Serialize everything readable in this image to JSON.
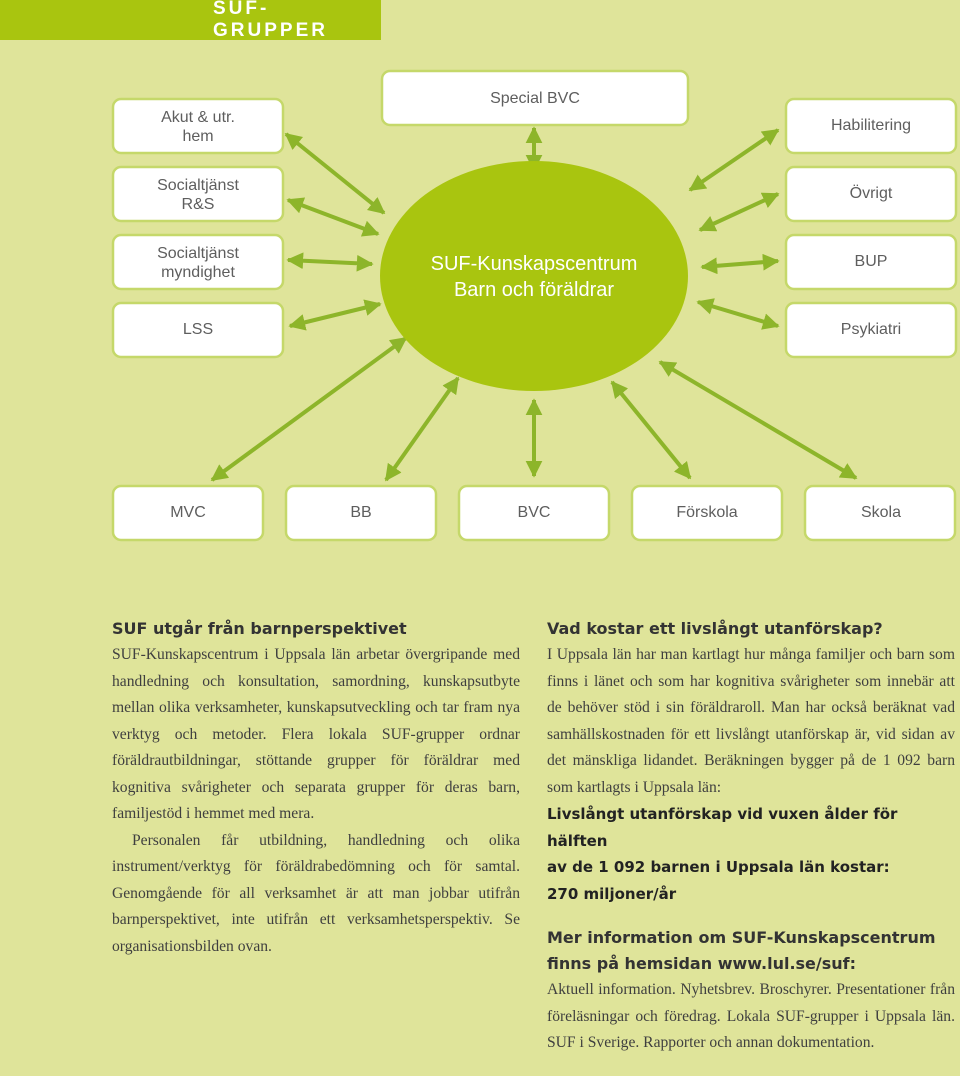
{
  "header": {
    "title": "SUF-GRUPPER"
  },
  "diagram": {
    "center": {
      "line1": "SUF-Kunskapscentrum",
      "line2": "Barn och föräldrar"
    },
    "nodes": {
      "akut": [
        "Akut & utr.",
        "hem"
      ],
      "special_bvc": [
        "Special BVC"
      ],
      "habilitering": [
        "Habilitering"
      ],
      "socialtjanst_rs": [
        "Socialtjänst",
        "R&S"
      ],
      "ovrigt": [
        "Övrigt"
      ],
      "socialtjanst_myndighet": [
        "Socialtjänst",
        "myndighet"
      ],
      "bup": [
        "BUP"
      ],
      "lss": [
        "LSS"
      ],
      "psykiatri": [
        "Psykiatri"
      ],
      "mvc": [
        "MVC"
      ],
      "bb": [
        "BB"
      ],
      "bvc": [
        "BVC"
      ],
      "forskola": [
        "Förskola"
      ],
      "skola": [
        "Skola"
      ]
    },
    "colors": {
      "green": "#a9c50f",
      "arrow": "#8db52a",
      "box_border": "#c5d86a",
      "background": "#dfe49a"
    }
  },
  "left_column": {
    "heading": "SUF utgår från barnperspektivet",
    "paragraph1": "SUF-Kunskapscentrum i Uppsala län arbetar övergripande med handledning och konsultation, samordning, kunskapsutbyte mellan olika verksamheter, kunskapsutveckling och tar fram nya verktyg och metoder. Flera lokala SUF-grupper ordnar föräldrautbildningar, stöttande grupper för föräldrar med kognitiva svårigheter och separata grupper för deras barn, familjestöd i hemmet med mera.",
    "paragraph2": "Personalen får utbildning, handledning och olika instrument/verktyg för föräldrabedömning och för samtal. Genomgående för all verksamhet är att man jobbar utifrån barnperspektivet, inte utifrån ett verksamhetsperspektiv. Se organisationsbilden ovan."
  },
  "right_column": {
    "heading": "Vad kostar ett livslångt utanförskap?",
    "paragraph1": "I Uppsala län har man kartlagt hur många familjer och barn som finns i länet och som har kognitiva svårigheter som innebär att de behöver stöd i sin föräldraroll. Man har också beräknat vad samhällskostnaden för ett livslångt utanförskap är, vid sidan av det mänskliga lidandet. Beräkningen bygger på de 1 092 barn som kartlagts i Uppsala län:",
    "highlight1": "Livslångt utanförskap vid vuxen ålder för hälften",
    "highlight2": "av de 1 092 barnen i Uppsala län kostar:",
    "highlight3": "270 miljoner/år",
    "more_heading": "Mer information om SUF-Kunskapscentrum finns på hemsidan www.lul.se/suf:",
    "more_text": "Aktuell information. Nyhetsbrev. Broschyrer. Presentationer från föreläsningar och föredrag. Lokala SUF-grupper i Uppsala län. SUF i Sverige. Rapporter och annan dokumentation."
  }
}
